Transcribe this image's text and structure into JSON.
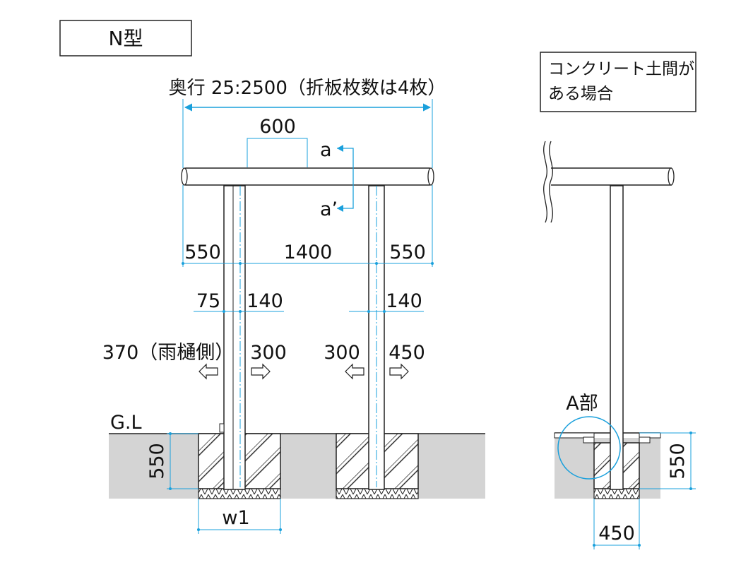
{
  "title_box": "N型",
  "note_box": {
    "line1": "コンクリート土間が",
    "line2": "ある場合"
  },
  "dims": {
    "depth": "奥行 25:2500（折板枚数は4枚）",
    "d600": "600",
    "a": "a",
    "a_prime": "a’",
    "d550_left": "550",
    "d1400": "1400",
    "d550_right": "550",
    "d75": "75",
    "d140_left": "140",
    "d140_right": "140",
    "d370": "370（雨樋側）",
    "d300_left": "300",
    "d300_right": "300",
    "d450_top": "450",
    "gl": "G.L",
    "d550_depth_left": "550",
    "w1": "w1",
    "a_part": "A部",
    "d550_depth_right": "550",
    "d450_bottom": "450"
  },
  "colors": {
    "dimension": "#1aa0dc",
    "line": "#222222",
    "ground": "#d4d4d4"
  }
}
